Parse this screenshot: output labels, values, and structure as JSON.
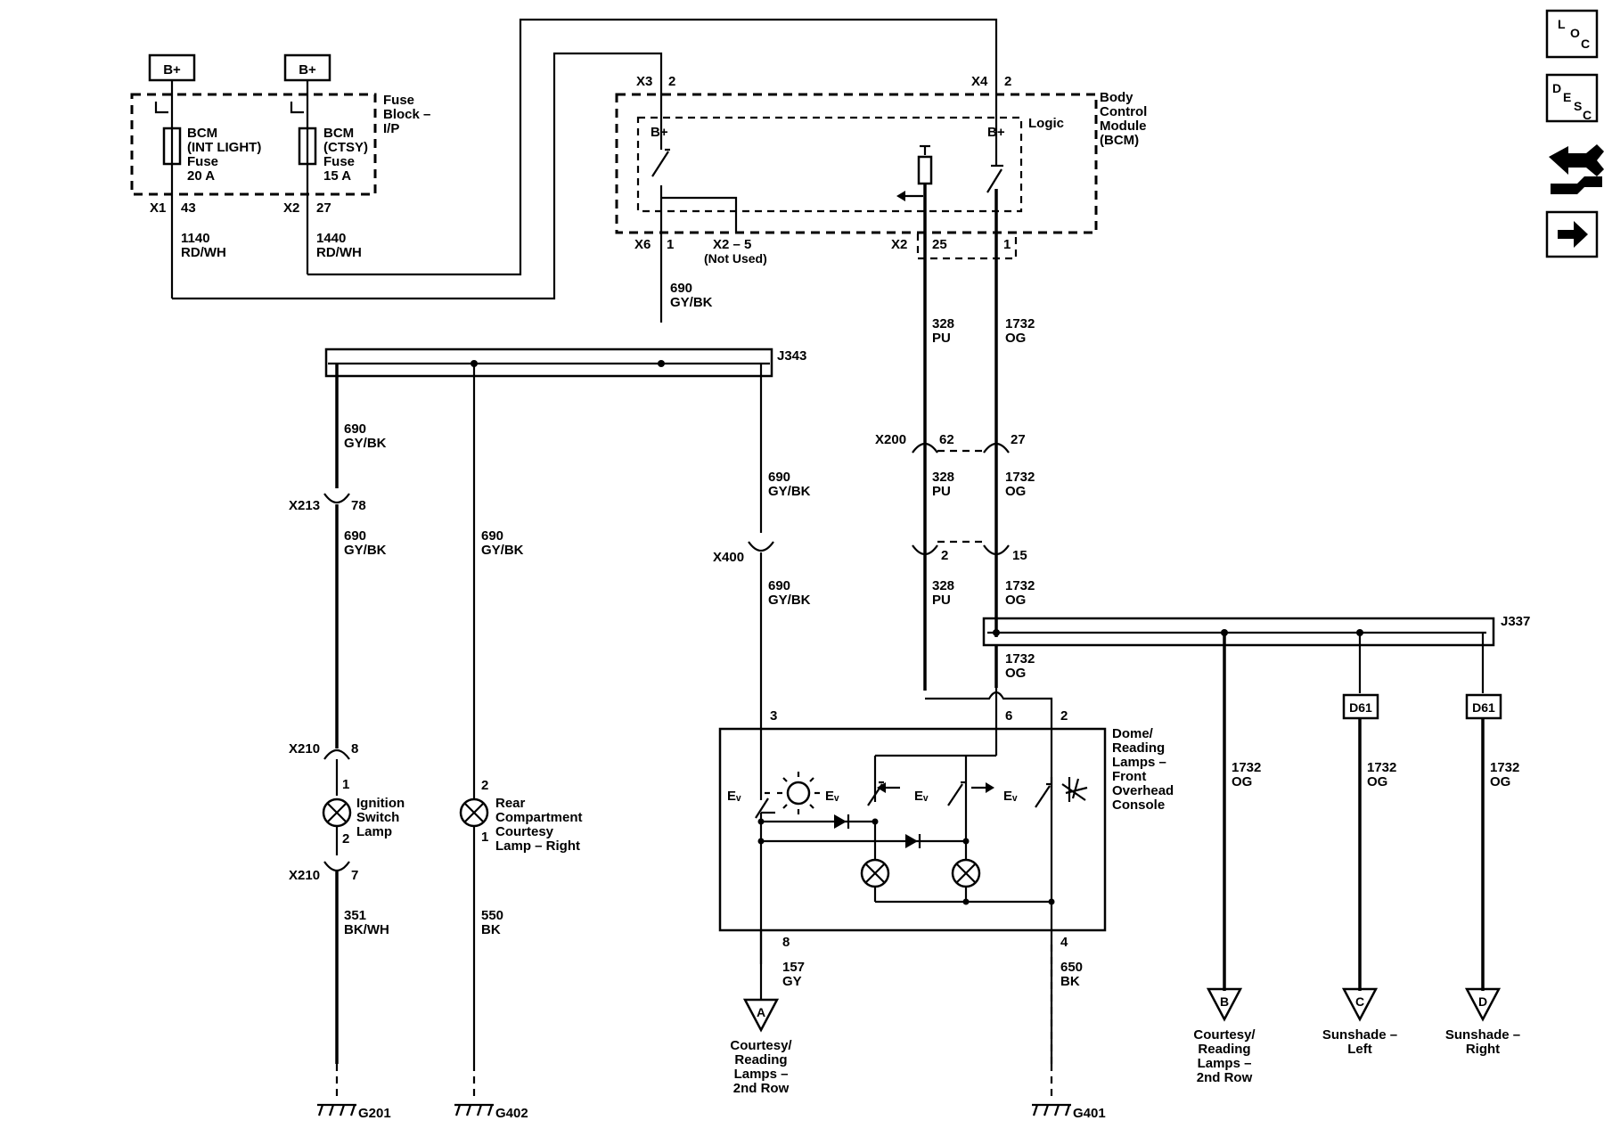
{
  "power": {
    "bplus": "B+"
  },
  "fuse_block": {
    "title": "Fuse\nBlock –\nI/P"
  },
  "fuses": [
    {
      "name": "BCM\n(INT LIGHT)\nFuse\n20 A",
      "conn": "X1",
      "pin": "43",
      "wire": "1140",
      "color": "RD/WH"
    },
    {
      "name": "BCM\n(CTSY)\nFuse\n15 A",
      "conn": "X2",
      "pin": "27",
      "wire": "1440",
      "color": "RD/WH"
    }
  ],
  "bcm": {
    "title": "Body\nControl\nModule\n(BCM)",
    "logic": "Logic",
    "bplus": "B+",
    "x3": "X3",
    "x3_pin": "2",
    "x4": "X4",
    "x4_pin": "2",
    "x6": "X6",
    "x6_pin": "1",
    "x2_5": "X2 – 5",
    "not_used": "(Not Used)",
    "x2": "X2",
    "x2_pin25": "25",
    "x2_pin1": "1"
  },
  "wires": {
    "w690": "690",
    "gybk": "GY/BK",
    "w328": "328",
    "pu": "PU",
    "w1732": "1732",
    "og": "OG",
    "w351": "351",
    "bkwh": "BK/WH",
    "w550": "550",
    "bk": "BK",
    "w157": "157",
    "gy": "GY",
    "w650": "650"
  },
  "splices": {
    "j343": "J343",
    "j337": "J337"
  },
  "connectors": {
    "x213": "X213",
    "x213_pin": "78",
    "x400": "X400",
    "x200": "X200",
    "x200_pin62": "62",
    "x200_pin27": "27",
    "inline_pin2": "2",
    "inline_pin15": "15",
    "x210": "X210",
    "x210_pin8": "8",
    "x210_pin7": "7"
  },
  "lamps": {
    "ignition": "Ignition\nSwitch\nLamp",
    "ign_pin1": "1",
    "ign_pin2": "2",
    "rear": "Rear\nCompartment\nCourtesy\nLamp – Right",
    "rear_pin2": "2",
    "rear_pin1": "1"
  },
  "dome": {
    "title": "Dome/\nReading\nLamps –\nFront\nOverhead\nConsole",
    "pin3": "3",
    "pin6": "6",
    "pin2": "2",
    "pin8": "8",
    "pin4": "4"
  },
  "options": {
    "d61": "D61"
  },
  "refs": [
    {
      "letter": "A",
      "label": "Courtesy/\nReading\nLamps –\n2nd Row"
    },
    {
      "letter": "B",
      "label": "Courtesy/\nReading\nLamps –\n2nd Row"
    },
    {
      "letter": "C",
      "label": "Sunshade –\nLeft"
    },
    {
      "letter": "D",
      "label": "Sunshade –\nRight"
    }
  ],
  "grounds": {
    "g201": "G201",
    "g402": "G402",
    "g401": "G401"
  },
  "nav": {
    "loc": "LOC",
    "desc": "DESC"
  }
}
